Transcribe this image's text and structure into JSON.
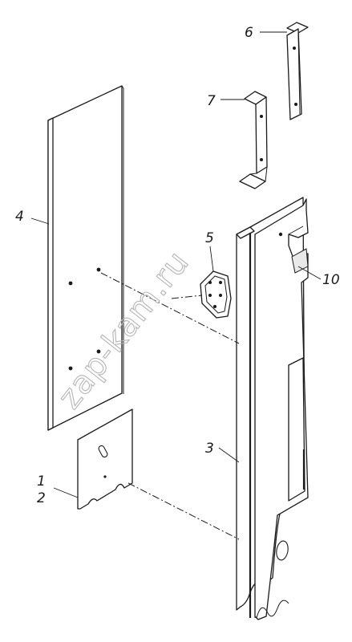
{
  "callouts": {
    "c1": "1",
    "c2": "2",
    "c3": "3",
    "c4": "4",
    "c5": "5",
    "c6": "6",
    "c7": "7",
    "c10": "10"
  },
  "watermark": "zap-kam.ru",
  "colors": {
    "line": "#1a1a1a",
    "paper": "#ffffff",
    "watermark": "#b5b5b5"
  }
}
